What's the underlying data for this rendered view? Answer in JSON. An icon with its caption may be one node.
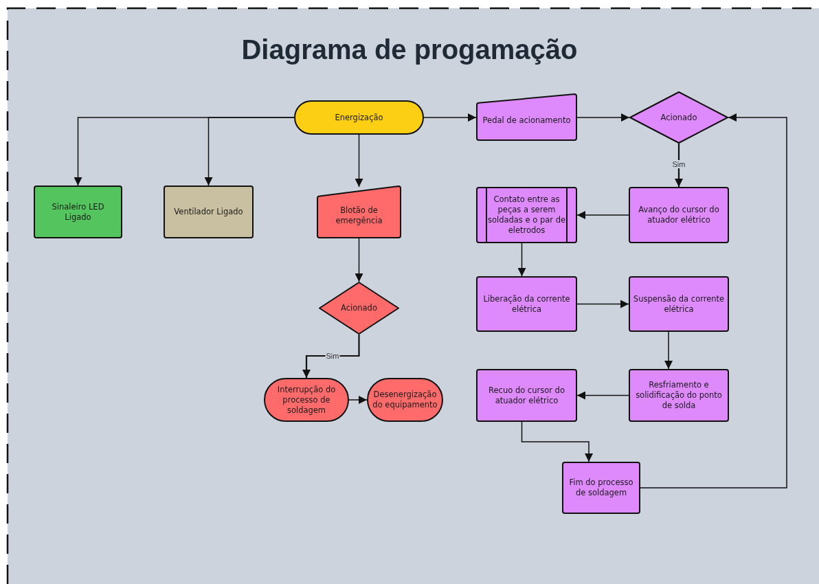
{
  "diagram": {
    "title": "Diagrama de progamação",
    "nodes": [
      {
        "text": [
          "Energização"
        ]
      },
      {
        "text": [
          "Sinaleiro LED Ligado"
        ]
      },
      {
        "text": [
          "Ventilador Ligado"
        ]
      },
      {
        "text": [
          "Blotão de emergência"
        ]
      },
      {
        "text": [
          "Acionado"
        ]
      },
      {
        "text": [
          "Interrupção do processo de soldagem"
        ]
      },
      {
        "text": [
          "Desenergização do equipamento"
        ]
      },
      {
        "text": [
          "Pedal de acionamento"
        ]
      },
      {
        "text": [
          "Acionado"
        ]
      },
      {
        "text": [
          "Avanço do cursor do atuador elétrico"
        ]
      },
      {
        "text": [
          "Contato entre as peças a serem soldadas e o par de eletrodos"
        ]
      },
      {
        "text": [
          "Liberação da corrente elétrica"
        ]
      },
      {
        "text": [
          "Suspensão da corrente elétrica"
        ]
      },
      {
        "text": [
          "Resfriamento e solidificação do ponto de solda"
        ]
      },
      {
        "text": [
          "Recuo do cursor do atuador elétrico"
        ]
      },
      {
        "text": [
          "Fim do processo de soldagem"
        ]
      }
    ],
    "edges": [
      {
        "from": 0,
        "to": 1,
        "arrow": "to"
      },
      {
        "from": 0,
        "to": 2,
        "arrow": "to"
      },
      {
        "from": 0,
        "to": 3,
        "arrow": "to"
      },
      {
        "from": 3,
        "to": 4,
        "arrow": "to"
      },
      {
        "from": 4,
        "to": 5,
        "arrow": "to",
        "label": "Sim"
      },
      {
        "from": 5,
        "to": 6,
        "arrow": "to"
      },
      {
        "from": 0,
        "to": 7,
        "arrow": "to"
      },
      {
        "from": 7,
        "to": 8,
        "arrow": "to"
      },
      {
        "from": 8,
        "to": 9,
        "arrow": "to",
        "label": "Sim"
      },
      {
        "from": 9,
        "to": 10,
        "arrow": "to"
      },
      {
        "from": 10,
        "to": 11,
        "arrow": "to"
      },
      {
        "from": 11,
        "to": 12,
        "arrow": "to"
      },
      {
        "from": 12,
        "to": 13,
        "arrow": "to"
      },
      {
        "from": 13,
        "to": 14,
        "arrow": "to"
      },
      {
        "from": 14,
        "to": 15,
        "arrow": "to"
      },
      {
        "from": 15,
        "to": 8,
        "arrow": "to"
      }
    ]
  }
}
